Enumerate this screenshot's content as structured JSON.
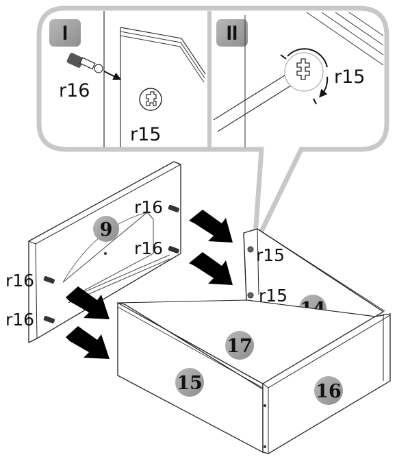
{
  "steps": {
    "step1": "I",
    "step2": "II"
  },
  "callouts": {
    "inset1_connector": "r16",
    "inset1_cam": "r15",
    "inset2_cam": "r15"
  },
  "parts": {
    "back_panel": "9",
    "side_panel": "14",
    "front_panel": "15",
    "side_panel_right": "16",
    "bottom_panel": "17"
  },
  "hardware_labels": {
    "connector_upper_a": "r16",
    "connector_upper_b": "r16",
    "connector_lower_a": "r16",
    "connector_lower_b": "r16",
    "cam_upper": "r15",
    "cam_lower": "r15"
  }
}
